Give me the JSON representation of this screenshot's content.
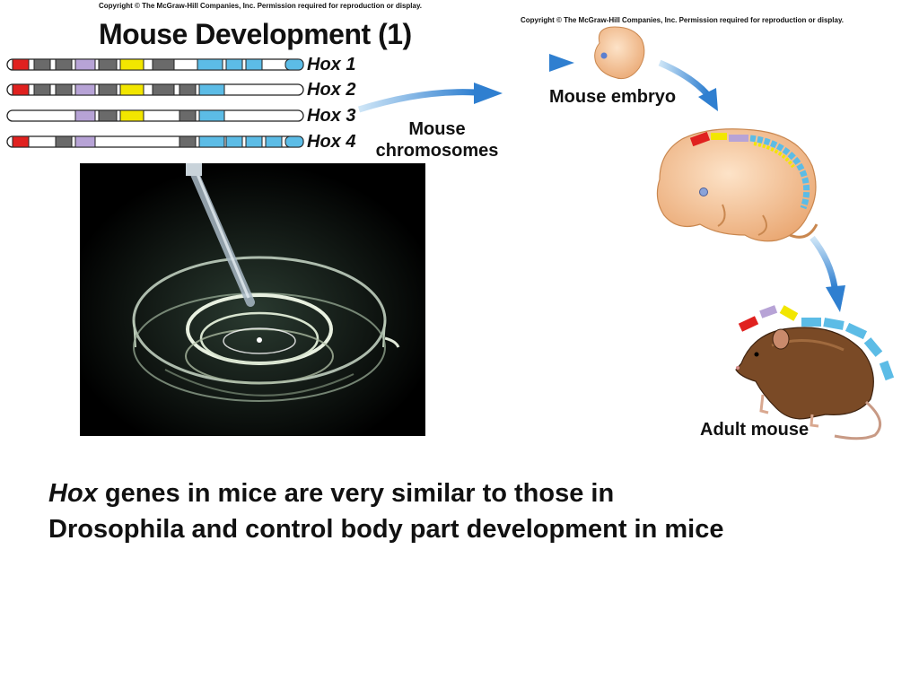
{
  "copyright": "Copyright © The McGraw-Hill Companies, Inc. Permission required for reproduction or display.",
  "title": "Mouse Development (1)",
  "hox_labels": [
    "Hox 1",
    "Hox 2",
    "Hox 3",
    "Hox 4"
  ],
  "chromosomes_label": [
    "Mouse",
    "chromosomes"
  ],
  "embryo_label": "Mouse embryo",
  "adult_label": "Adult mouse",
  "caption": {
    "italic_word": "Hox",
    "line1_rest": " genes in mice are very similar to those in",
    "line2": "Drosophila and control body part development in mice"
  },
  "colors": {
    "red": "#e0211f",
    "gray": "#6a6a6a",
    "lavender": "#b7a3d6",
    "yellow": "#f2e600",
    "blue": "#5cbce6",
    "arrow": "#3e8fd6"
  }
}
